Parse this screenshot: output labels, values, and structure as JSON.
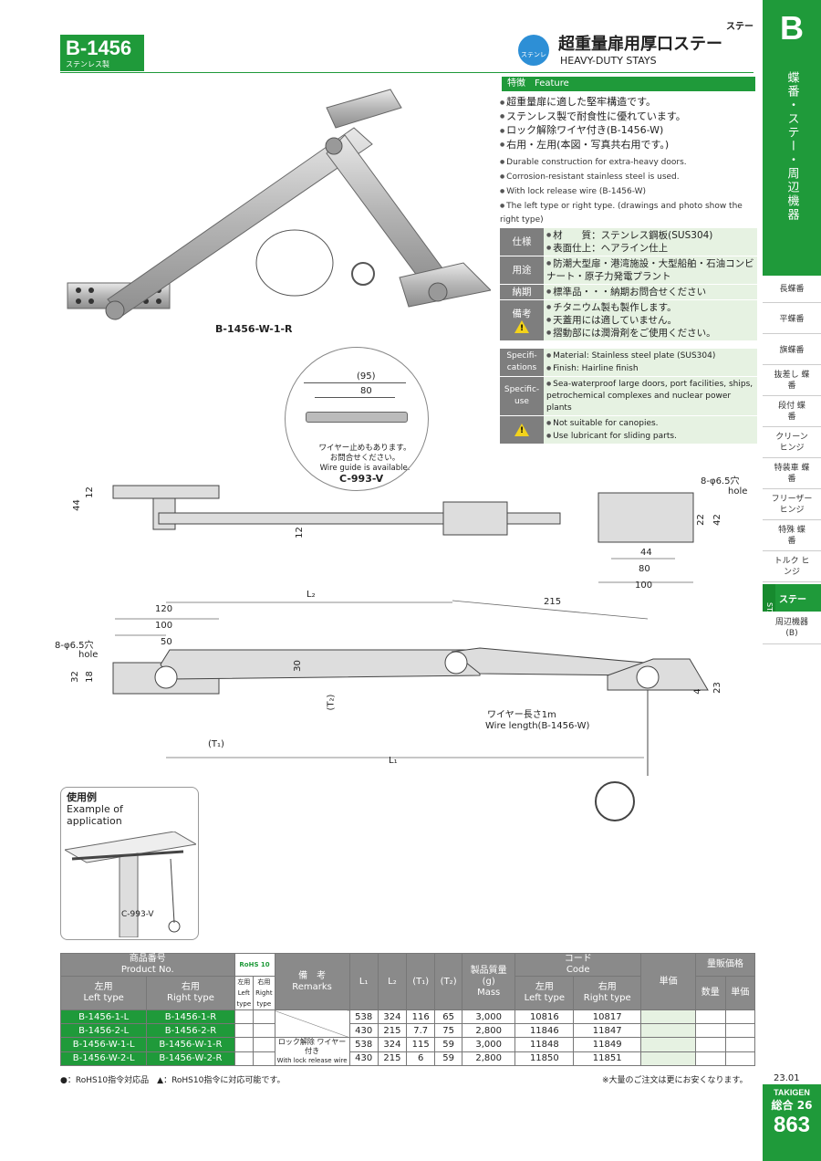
{
  "model": {
    "code": "B-1456",
    "material": "ステンレス製"
  },
  "title": {
    "small": "ステー",
    "badge": "ステンレス",
    "jp": "超重量扉用厚口ステー",
    "en": "HEAVY-DUTY STAYS"
  },
  "side": {
    "letter": "B",
    "vertical": "蝶番・ステー・周辺機器",
    "items": [
      "長蝶番",
      "平蝶番",
      "旗蝶番",
      "抜差し 蝶番",
      "段付 蝶番",
      "クリーン ヒンジ",
      "特装車 蝶番",
      "フリーザー ヒンジ",
      "特殊 蝶番",
      "トルク ヒンジ"
    ],
    "stays_en": "STAYS",
    "stays_jp": "ステー",
    "periph": "周辺機器 (B)"
  },
  "feature": {
    "header_jp": "特徴",
    "header_en": "Feature",
    "jp": [
      "超重量扉に適した堅牢構造です。",
      "ステンレス製で耐食性に優れています。",
      "ロック解除ワイヤ付き(B-1456-W)",
      "右用・左用(本図・写真共右用です。)"
    ],
    "en": [
      "Durable construction for extra-heavy doors.",
      "Corrosion-resistant stainless steel is used.",
      "With lock release wire (B-1456-W)",
      "The left type or right type. (drawings and photo show the right type)"
    ]
  },
  "spec_jp": [
    {
      "label": "仕様",
      "lines": [
        "材　　質：ステンレス鋼板(SUS304)",
        "表面仕上：ヘアライン仕上"
      ]
    },
    {
      "label": "用途",
      "lines": [
        "防潮大型扉・港湾施設・大型船舶・石油コンビナート・原子力発電プラント"
      ]
    },
    {
      "label": "納期",
      "lines": [
        "標準品・・・納期お問合せください"
      ]
    },
    {
      "label": "備考",
      "lines": [
        "チタニウム製も製作します。",
        "天蓋用には適していません。",
        "摺動部には潤滑剤をご使用ください。"
      ]
    }
  ],
  "spec_en": [
    {
      "label": "Specifi-cations",
      "lines": [
        "Material: Stainless steel plate (SUS304)",
        "Finish: Hairline finish"
      ]
    },
    {
      "label": "Specific-use",
      "lines": [
        "Sea-waterproof large doors, port facilities, ships, petrochemical complexes and nuclear power plants"
      ]
    },
    {
      "label": "",
      "lines": [
        "Not suitable for canopies.",
        "Use lubricant for sliding parts."
      ]
    }
  ],
  "photo_caption": "B-1456-W-1-R",
  "wire": {
    "dim95": "(95)",
    "dim80": "80",
    "note_jp1": "ワイヤー止めもあります。",
    "note_jp2": "お問合せください。",
    "note_en": "Wire guide is available.",
    "code": "C-993-V"
  },
  "dims": {
    "hole_top": "8-φ6.5穴",
    "hole_en": "hole",
    "d44": "44",
    "d12a": "12",
    "d12b": "12",
    "d22": "22",
    "d42": "42",
    "d44b": "44",
    "d80": "80",
    "d100": "100",
    "L2": "L₂",
    "d120": "120",
    "d100b": "100",
    "d50": "50",
    "d215": "215",
    "hole_side": "8-φ6.5穴",
    "hole_side_en": "hole",
    "d32": "32",
    "d18": "18",
    "d30": "30",
    "T2": "(T₂)",
    "T1": "(T₁)",
    "L1": "L₁",
    "d4": "4",
    "d23": "23",
    "wire_len_jp": "ワイヤー長さ1m",
    "wire_len_en": "Wire length(B-1456-W)"
  },
  "example": {
    "jp": "使用例",
    "en1": "Example of",
    "en2": "application",
    "code": "C-993-V"
  },
  "table": {
    "h_product_jp": "商品番号",
    "h_product_en": "Product No.",
    "h_rohs": "RoHS 10",
    "h_remarks_jp": "備　考",
    "h_remarks_en": "Remarks",
    "h_L1": "L₁",
    "h_L2": "L₂",
    "h_T1": "(T₁)",
    "h_T2": "(T₂)",
    "h_mass_jp": "製品質量",
    "h_mass_unit": "(g)",
    "h_mass_en": "Mass",
    "h_code_jp": "コード",
    "h_code_en": "Code",
    "h_price": "単価",
    "h_bulk": "量販価格",
    "h_left_jp": "左用",
    "h_left_en": "Left type",
    "h_right_jp": "右用",
    "h_right_en": "Right type",
    "h_rl_left": "左用 Left type",
    "h_rl_right": "右用 Right type",
    "h_qty": "数量",
    "h_unit": "単価",
    "remark_wire_jp": "ロック解除 ワイヤー付き",
    "remark_wire_en": "With lock release wire",
    "rows": [
      {
        "left": "B-1456-1-L",
        "right": "B-1456-1-R",
        "L1": "538",
        "L2": "324",
        "T1": "116",
        "T2": "65",
        "mass": "3,000",
        "codeL": "10816",
        "codeR": "10817"
      },
      {
        "left": "B-1456-2-L",
        "right": "B-1456-2-R",
        "L1": "430",
        "L2": "215",
        "T1": "7.7",
        "T2": "75",
        "mass": "2,800",
        "codeL": "11846",
        "codeR": "11847"
      },
      {
        "left": "B-1456-W-1-L",
        "right": "B-1456-W-1-R",
        "L1": "538",
        "L2": "324",
        "T1": "115",
        "T2": "59",
        "mass": "3,000",
        "codeL": "11848",
        "codeR": "11849"
      },
      {
        "left": "B-1456-W-2-L",
        "right": "B-1456-W-2-R",
        "L1": "430",
        "L2": "215",
        "T1": "6",
        "T2": "59",
        "mass": "2,800",
        "codeL": "11850",
        "codeR": "11851"
      }
    ]
  },
  "footnote": "●：RoHS10指令対応品　▲：RoHS10指令に対応可能です。",
  "footnote2": "※大量のご注文は更にお安くなります。",
  "date": "23.01",
  "page": {
    "brand": "TAKIGEN",
    "sogo": "総合 26",
    "num": "863"
  }
}
